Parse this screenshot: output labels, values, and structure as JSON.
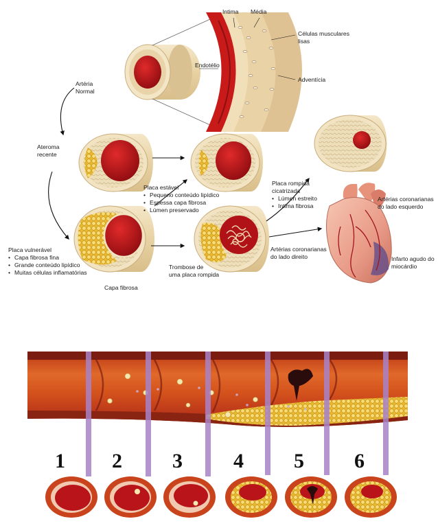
{
  "top_diagram": {
    "labels": {
      "intima": "Intima",
      "media": "Média",
      "celulas_musculares": "Células musculares\nlisas",
      "endotelio": "Endotélio",
      "adventicia": "Adventícia",
      "arteria_normal": "Artéria\nNormal",
      "ateroma_recente": "Ateroma\nrecente",
      "placa_estavel_title": "Placa estável",
      "placa_estavel_items": [
        "Pequeno conteúdo lipídico",
        "Espessa capa fibrosa",
        "Lúmen preservado"
      ],
      "placa_rompida_title": "Placa rompida\ncicatrizada",
      "placa_rompida_items": [
        "Lúmen estreito",
        "Intima fibrosa"
      ],
      "arterias_esquerdo": "Artérias coronarianas\ndo lado esquerdo",
      "arterias_direito": "Artérias coronarianas\ndo lado direito",
      "infarto": "Infarto agudo do\nmiocárdio",
      "placa_vulneravel_title": "Placa vulnerável",
      "placa_vulneravel_items": [
        "Capa fibrosa fina",
        "Grande conteúdo lipídico",
        "Muitas células inflamatórias"
      ],
      "capa_fibrosa": "Capa fibrosa",
      "trombose": "Trombose de\numa placa rompida"
    }
  },
  "bottom_diagram": {
    "stage_numbers": [
      "1",
      "2",
      "3",
      "4",
      "5",
      "6"
    ]
  },
  "colors": {
    "blood": "#b5121b",
    "vessel_wall": "#e8d6b0",
    "lipid": "#f1c232",
    "purple_marker": "#a883c8"
  }
}
